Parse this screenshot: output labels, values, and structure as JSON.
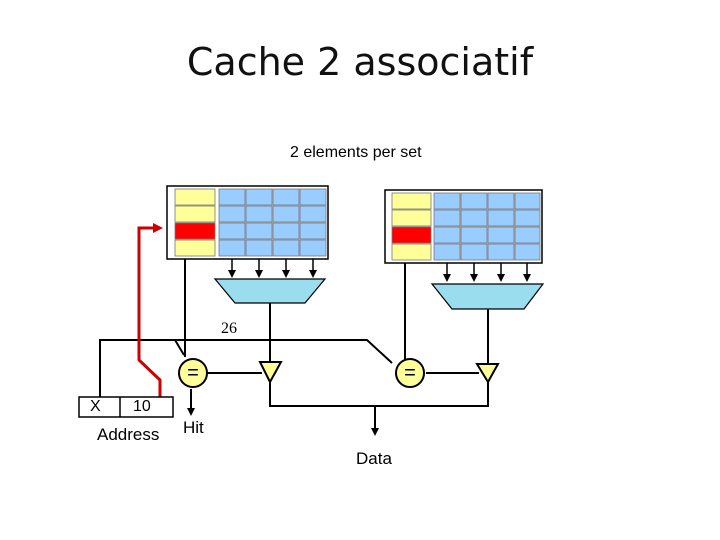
{
  "title": "Cache 2 associatif",
  "subtitle": "2 elements per set",
  "tag_bits": "26",
  "address": {
    "tag_field": "X",
    "index_field": "10",
    "label": "Address"
  },
  "hit_label": "Hit",
  "data_label": "Data",
  "comparator_symbol": "=",
  "colors": {
    "tag_cell": "#ffff99",
    "data_cell": "#99ccff",
    "mux": "#99ddee",
    "buffer": "#ffff99",
    "selected_set": "#ff0000",
    "address_line": "#cc0000",
    "wire": "#000000"
  }
}
